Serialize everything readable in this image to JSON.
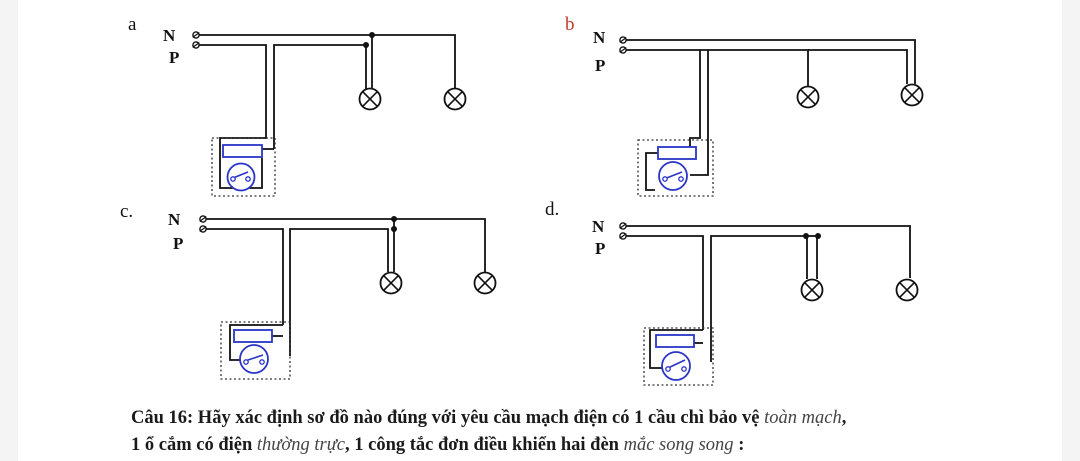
{
  "diagrams": [
    {
      "label": "a",
      "label_color": "#111111",
      "n_label": "N",
      "p_label": "P"
    },
    {
      "label": "b",
      "label_color": "#c0392b",
      "n_label": "N",
      "p_label": "P"
    },
    {
      "label": "c.",
      "label_color": "#111111",
      "n_label": "N",
      "p_label": "P"
    },
    {
      "label": "d.",
      "label_color": "#111111",
      "n_label": "N",
      "p_label": "P"
    }
  ],
  "question": {
    "line1_prefix": "Câu 16: Hãy xác định sơ đồ nào đúng với yêu cầu mạch điện có 1 cầu chì bảo vệ ",
    "line1_italic": "toàn mạch",
    "line1_suffix": ",",
    "line2_prefix": "1 ổ cắm có điện ",
    "line2_italic1": "thường trực",
    "line2_mid": ", 1 công tắc đơn điều khiển hai đèn ",
    "line2_italic2": "mắc song song",
    "line2_suffix": " :"
  },
  "colors": {
    "wire": "#111111",
    "component": "#2a35c7",
    "label_b": "#c0392b"
  },
  "icons": [
    "lamp-icon",
    "fuse-icon",
    "socket-icon",
    "switch-icon",
    "terminal-icon"
  ]
}
